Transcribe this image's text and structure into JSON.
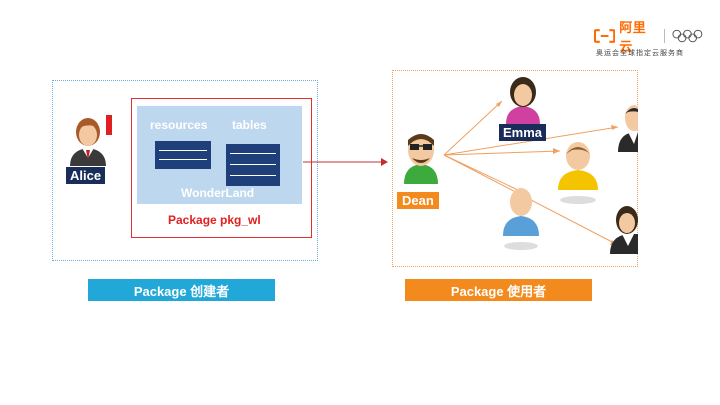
{
  "brand": {
    "name": "阿里云",
    "subtitle": "奥运会全球指定云服务商",
    "logo_icon": "aliyun-logo-icon",
    "olympic_icon": "olympic-rings-icon",
    "color": "#ff6a00"
  },
  "creator": {
    "user_name": "Alice",
    "db_labels": {
      "resources": "resources",
      "tables": "tables"
    },
    "db_name": "WonderLand",
    "package_label": "Package pkg_wl",
    "bar_label": "Package 创建者",
    "bar_color": "#22a8d8"
  },
  "consumers": {
    "owner_name": "Dean",
    "shared_user_name": "Emma",
    "bar_label": "Package 使用者",
    "bar_color": "#f28a1e"
  }
}
